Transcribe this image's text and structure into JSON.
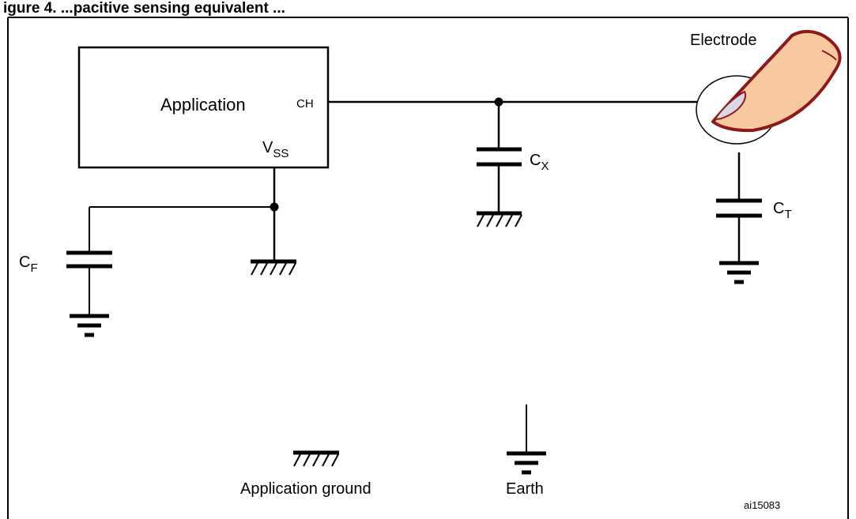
{
  "figure": {
    "title": "igure 4. ...pacitive sensing equivalent ...",
    "id_code": "ai15083"
  },
  "application_block": {
    "label": "Application",
    "pin_ch": "CH",
    "pin_vss_main": "V",
    "pin_vss_sub": "SS"
  },
  "components": {
    "cx": {
      "main": "C",
      "sub": "X"
    },
    "ct": {
      "main": "C",
      "sub": "T"
    },
    "cf": {
      "main": "C",
      "sub": "F"
    },
    "electrode": "Electrode"
  },
  "legend": {
    "application_ground": "Application ground",
    "earth": "Earth"
  },
  "colors": {
    "finger_fill": "#f8c9a0",
    "finger_outline": "#8b1a1a",
    "line": "#000000"
  }
}
